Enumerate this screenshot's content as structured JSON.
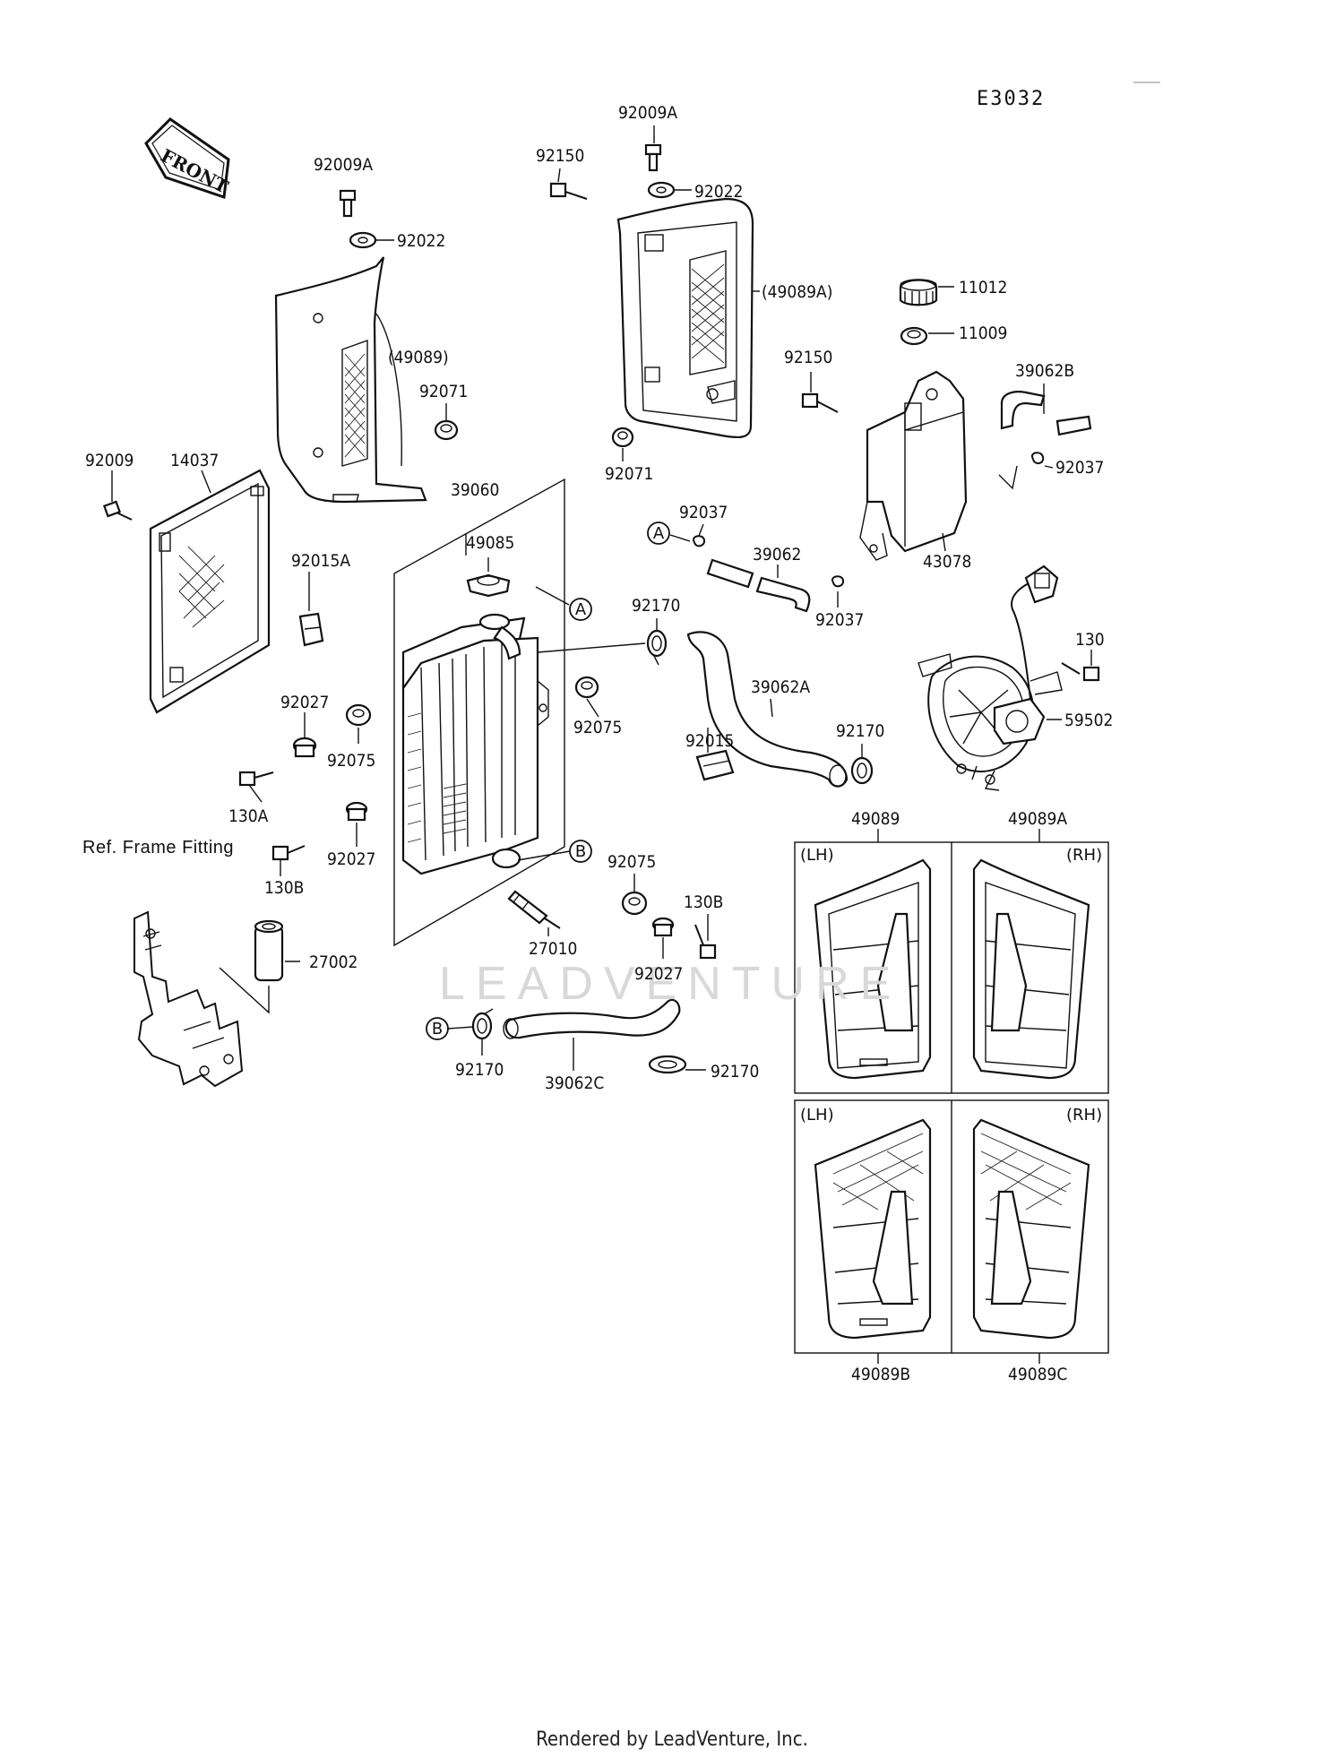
{
  "diagram": {
    "id": "E3032",
    "front_label": "FRONT",
    "ref_note": "Ref. Frame Fitting",
    "watermark": "LEADVENTURE",
    "footer": "Rendered by LeadVenture, Inc.",
    "panel_tags": {
      "lh": "(LH)",
      "rh": "(RH)",
      "lh2": "(LH)",
      "rh2": "(RH)"
    },
    "callouts": {
      "a1": "A",
      "a2": "A",
      "b1": "B",
      "b2": "B"
    },
    "parts": {
      "p92009A_left": "92009A",
      "p92022_left": "92022",
      "p49089_paren": "(49089)",
      "p92071_left": "92071",
      "p92009": "92009",
      "p14037": "14037",
      "p39060": "39060",
      "p49085": "49085",
      "p92015A": "92015A",
      "p92027_left": "92027",
      "p92075_left": "92075",
      "p130A": "130A",
      "p92027_mid": "92027",
      "p130B_left": "130B",
      "p27002": "27002",
      "p27010": "27010",
      "p92170_bl": "92170",
      "p39062C": "39062C",
      "p92170_br": "92170",
      "p92009A_top": "92009A",
      "p92150_top": "92150",
      "p92022_top": "92022",
      "p49089A_paren": "(49089A)",
      "p92071_right": "92071",
      "p92075_right": "92075",
      "p92037_a": "92037",
      "p39062": "39062",
      "p92037_b": "92037",
      "p92170_top": "92170",
      "p39062A": "39062A",
      "p92170_mid": "92170",
      "p92015": "92015",
      "p92075_low": "92075",
      "p130B_right": "130B",
      "p92027_low": "92027",
      "p11012": "11012",
      "p11009": "11009",
      "p92150_right": "92150",
      "p39062B": "39062B",
      "p92037_c": "92037",
      "p43078": "43078",
      "p130": "130",
      "p59502": "59502",
      "p49089": "49089",
      "p49089A": "49089A",
      "p49089B": "49089B",
      "p49089C": "49089C"
    }
  }
}
